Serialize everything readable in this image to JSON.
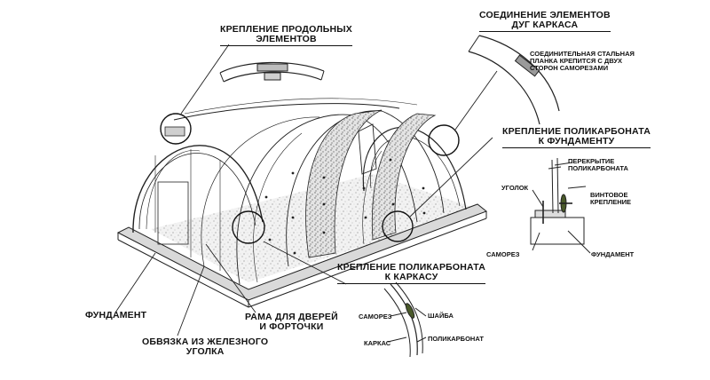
{
  "labels": {
    "longitudinal_title": "КРЕПЛЕНИЕ ПРОДОЛЬНЫХ\nЭЛЕМЕНТОВ",
    "arc_join_title": "СОЕДИНЕНИЕ ЭЛЕМЕНТОВ\nДУГ КАРКАСА",
    "arc_join_note": "СОЕДИНИТЕЛЬНАЯ СТАЛЬНАЯ\nПЛАНКА КРЕПИТСЯ С ДВУХ\nСТОРОН САМОРЕЗАМИ",
    "foundation_mount_title": "КРЕПЛЕНИЕ ПОЛИКАРБОНАТА\nК ФУНДАМЕНТУ",
    "overlap": "ПЕРЕКРЫТИЕ\nПОЛИКАРБОНАТА",
    "corner": "УГОЛОК",
    "screw_mount": "ВИНТОВОЕ\nКРЕПЛЕНИЕ",
    "self_tapping_right": "САМОРЕЗ",
    "foundation_right": "ФУНДАМЕНТ",
    "frame_mount_title": "КРЕПЛЕНИЕ ПОЛИКАРБОНАТА\nК КАРКАСУ",
    "self_tapping_bottom": "САМОРЕЗ",
    "washer": "ШАЙБА",
    "frame": "КАРКАС",
    "polycarbonate": "ПОЛИКАРБОНАТ",
    "foundation_left": "ФУНДАМЕНТ",
    "door_frame": "РАМА ДЛЯ ДВЕРЕЙ\nИ ФОРТОЧКИ",
    "iron_angle": "ОБВЯЗКА ИЗ ЖЕЛЕЗНОГО\nУГОЛКА"
  }
}
